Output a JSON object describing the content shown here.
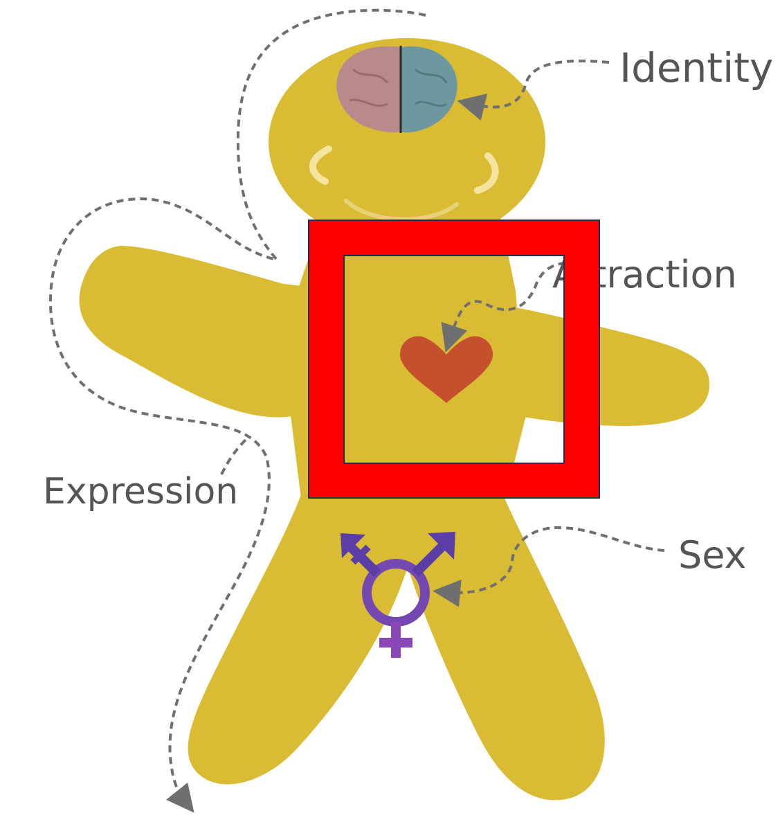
{
  "labels": {
    "identity": "Identity",
    "attraction": "Attraction",
    "expression": "Expression",
    "sex": "Sex"
  },
  "colors": {
    "body": "#D9BC33",
    "brain_left": "#B98A8C",
    "brain_right": "#6E98A0",
    "heart": "#C4502D",
    "symbol_blue": "#5A3EA6",
    "symbol_purple": "#8B47B5",
    "highlight_box": "#FF0000",
    "dashed_line": "#6F6F6F",
    "label_text": "#555555"
  },
  "icons": {
    "brain": "brain-icon",
    "heart": "heart-icon",
    "transgender_symbol": "transgender-symbol-icon"
  }
}
